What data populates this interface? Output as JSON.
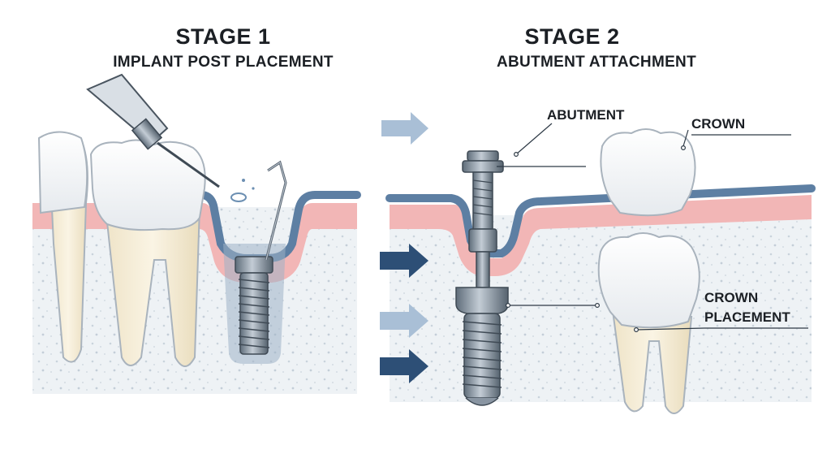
{
  "stage1": {
    "title": "STAGE 1",
    "subtitle": "IMPLANT POST PLACEMENT"
  },
  "stage2": {
    "title": "STAGE 2",
    "subtitle": "ABUTMENT ATTACHMENT"
  },
  "callouts": {
    "abutment_top": "ABUTMENT",
    "crown": "CROWN",
    "crown_placement_line1": "CROWN",
    "crown_placement_line2": "PLACEMENT"
  },
  "colors": {
    "gum_pink": "#f2b6b6",
    "gum_blue": "#5d7fa3",
    "bone": "#eef2f5",
    "tooth": "#f6f7f9",
    "root": "#f1e7cf",
    "metal": "#7f8c99",
    "arrow_dark": "#2d4f76",
    "arrow_light": "#a9bfd6",
    "text": "#1b1f24"
  },
  "icons": [
    "drill-icon",
    "dental-probe-icon",
    "flow-arrow-icon"
  ]
}
